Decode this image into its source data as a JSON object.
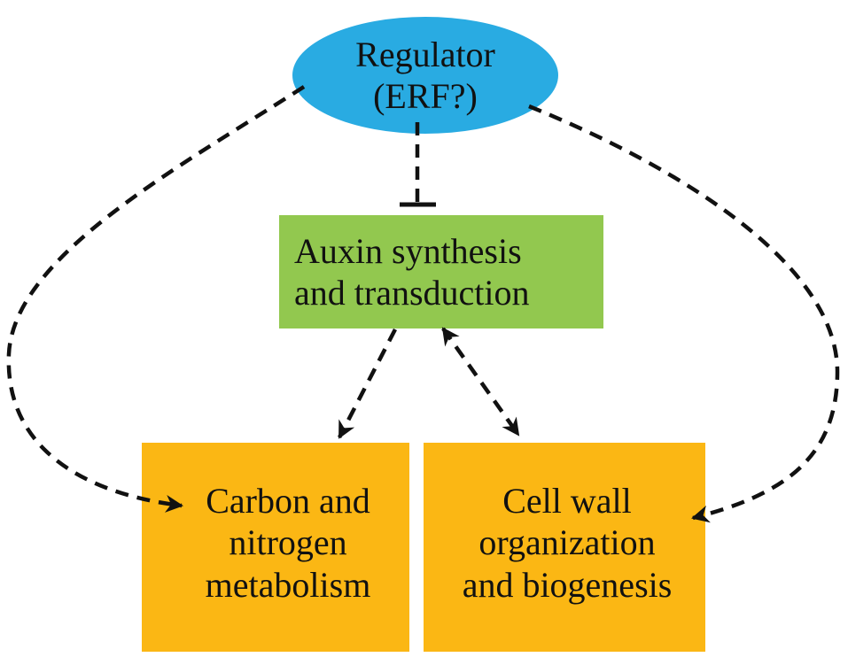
{
  "colors": {
    "regulator_fill": "#29abe2",
    "auxin_fill": "#92c84f",
    "metabolism_fill": "#fbb714",
    "edge": "#111111",
    "text": "#111111"
  },
  "nodes": {
    "regulator": {
      "lines": [
        "Regulator",
        "(ERF?)"
      ]
    },
    "auxin": {
      "lines": [
        "Auxin synthesis",
        "and transduction"
      ]
    },
    "carbon": {
      "lines": [
        "Carbon and",
        "nitrogen",
        "metabolism"
      ]
    },
    "cellwall": {
      "lines": [
        "Cell wall",
        "organization",
        "and biogenesis"
      ]
    }
  },
  "edges": [
    {
      "from": "regulator",
      "to": "auxin",
      "type": "inhibition",
      "style": "dashed"
    },
    {
      "from": "regulator",
      "to": "carbon",
      "type": "activation",
      "style": "dashed"
    },
    {
      "from": "regulator",
      "to": "cellwall",
      "type": "activation",
      "style": "dashed"
    },
    {
      "from": "auxin",
      "to": "carbon",
      "type": "activation",
      "style": "dashed"
    },
    {
      "from": "auxin",
      "to": "cellwall",
      "type": "bidirectional",
      "style": "dashed"
    }
  ]
}
